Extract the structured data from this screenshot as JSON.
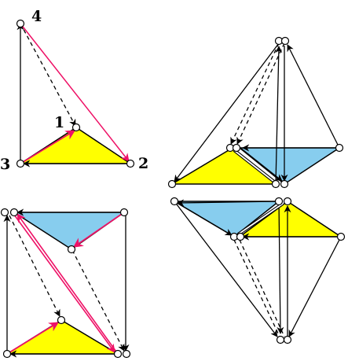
{
  "labels": {
    "vertex_1": "1",
    "vertex_2": "2",
    "vertex_3": "3",
    "vertex_4": "4"
  },
  "colors": {
    "yellow_face": "#ffff00",
    "blue_face": "#87cdee",
    "pink_edge": "#ee1166",
    "edge": "#000000",
    "node_fill": "#ffffff"
  }
}
